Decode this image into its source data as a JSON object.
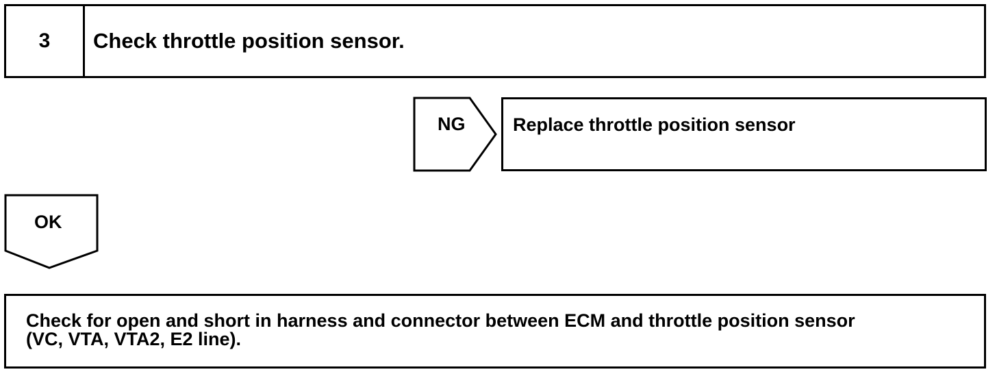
{
  "step": {
    "number": "3",
    "title": "Check throttle position sensor."
  },
  "ng_branch": {
    "label": "NG",
    "action": "Replace throttle position sensor"
  },
  "ok_branch": {
    "label": "OK"
  },
  "final_step": {
    "line1": "Check for open and short in harness and connector between ECM and throttle position sensor",
    "line2": "(VC, VTA, VTA2, E2 line)."
  }
}
